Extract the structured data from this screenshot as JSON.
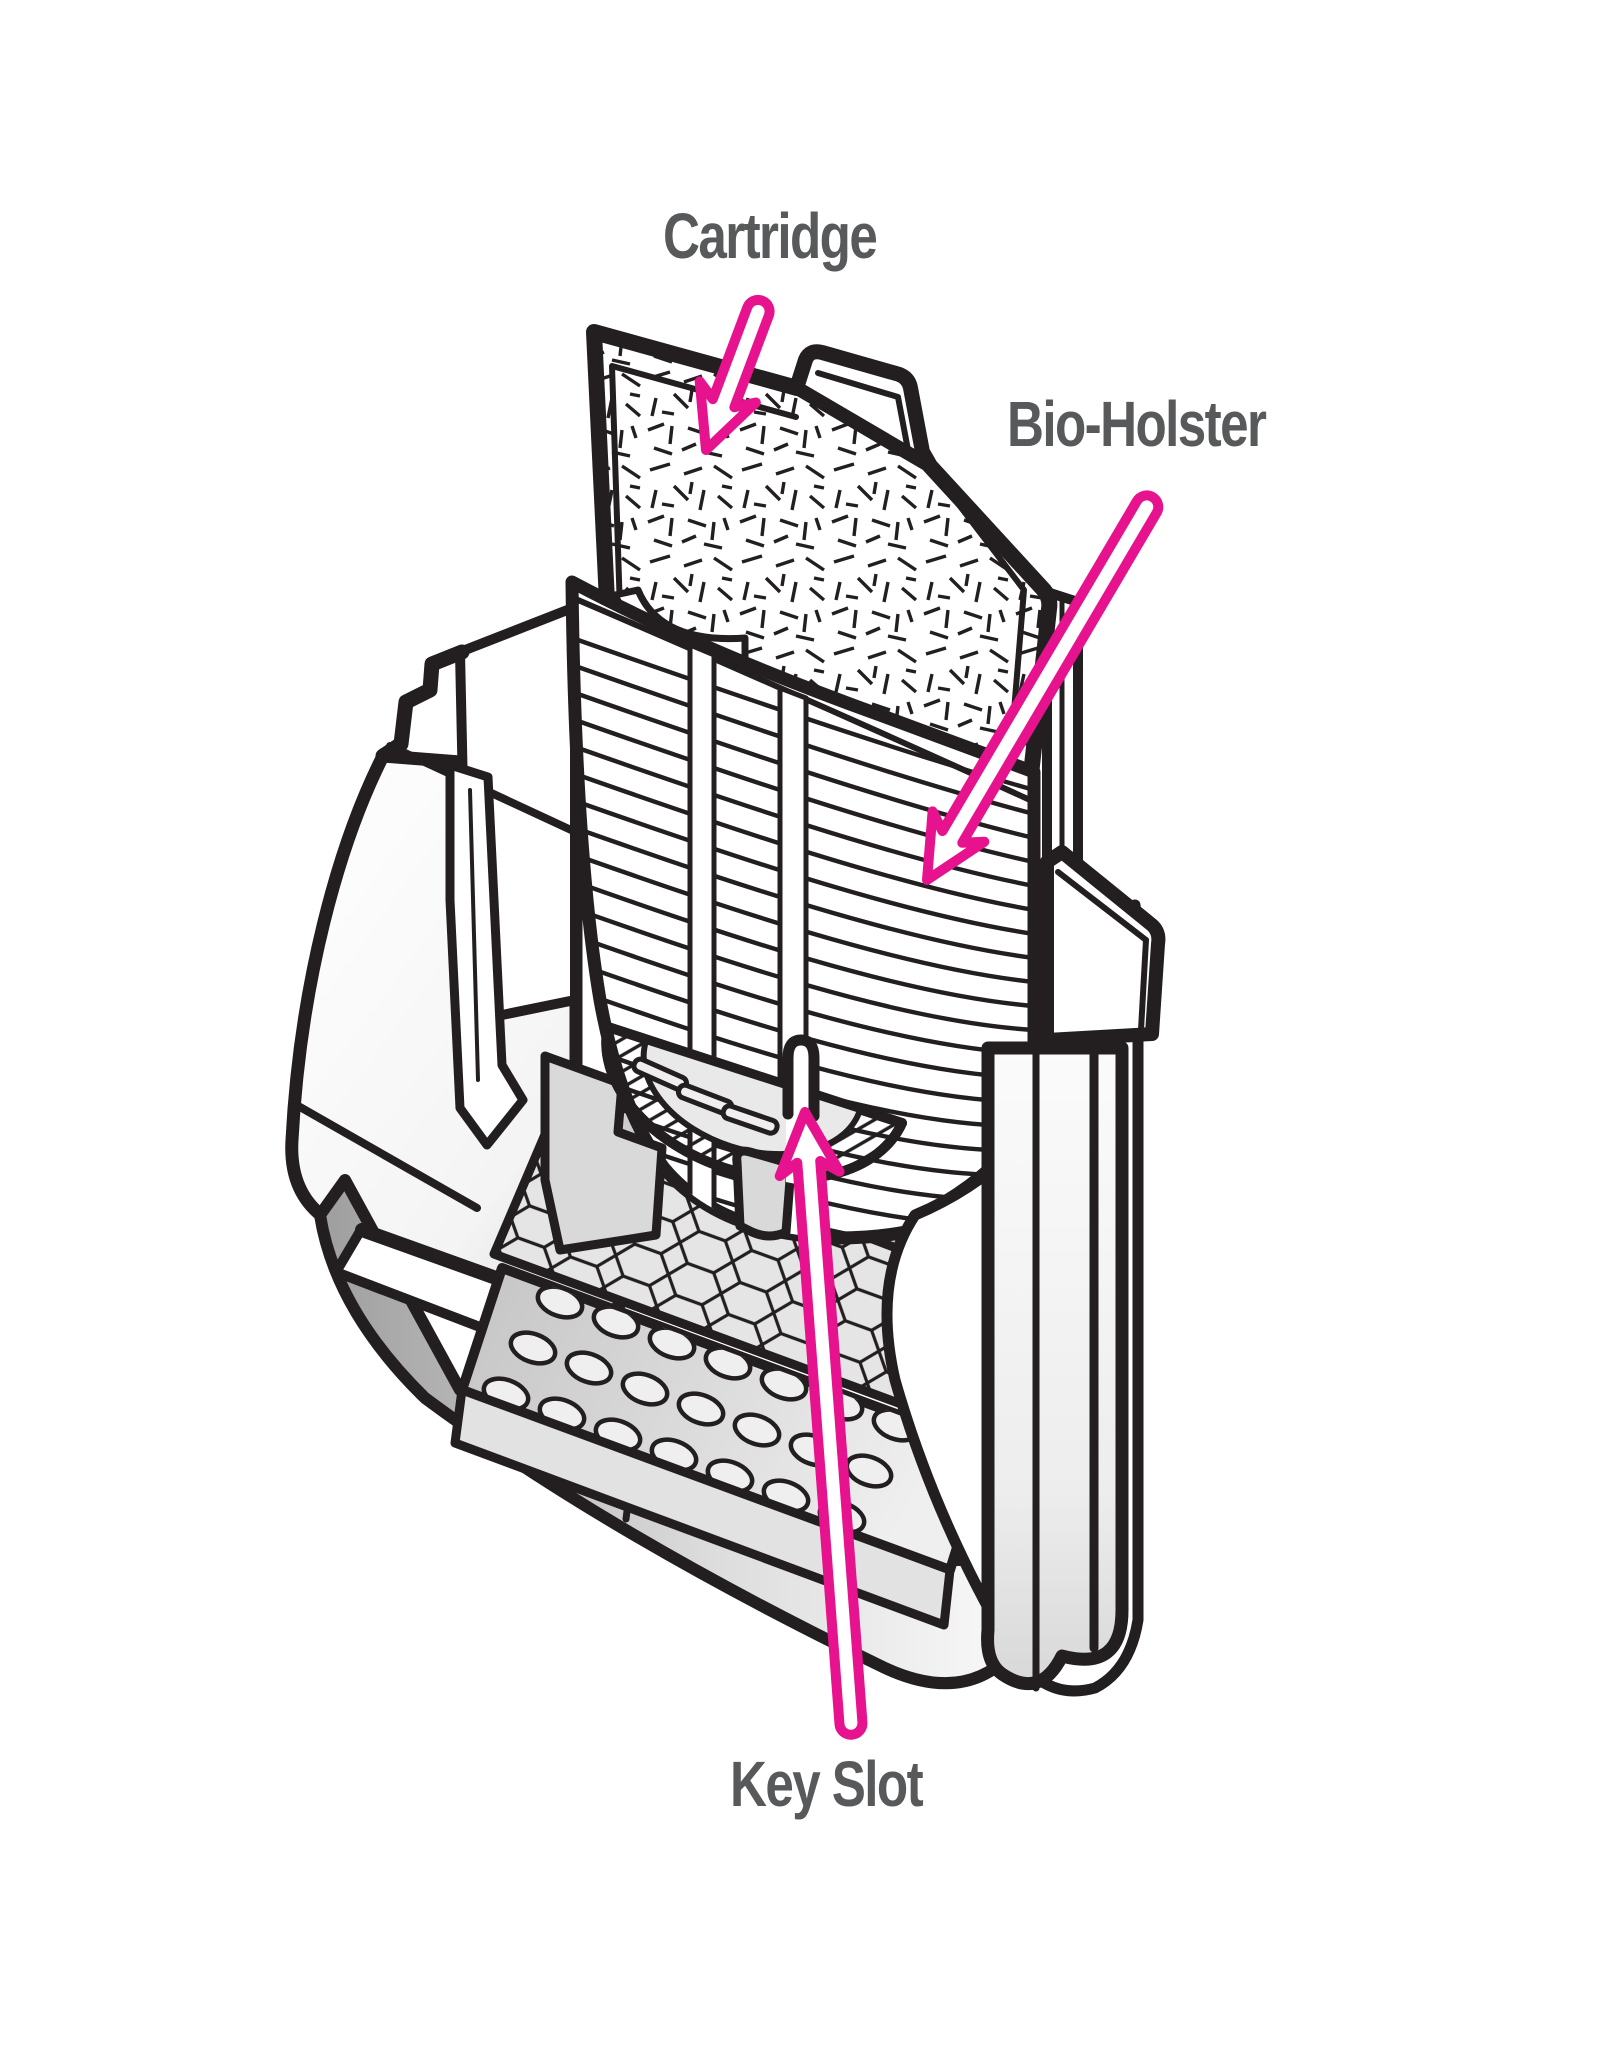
{
  "figure": {
    "kind": "labeled-parts-diagram",
    "annotations": [
      {
        "id": "cartridge",
        "label": "Cartridge",
        "target_part": "filter-cartridge-floss"
      },
      {
        "id": "bio_holster",
        "label": "Bio-Holster",
        "target_part": "bio-holster-pleats"
      },
      {
        "id": "key_slot",
        "label": "Key Slot",
        "target_part": "key-slot"
      }
    ],
    "illustration_parts": [
      "filter-housing",
      "filter-cartridge-floss",
      "cartridge-latch-tab",
      "bio-holster-pleats",
      "impeller-well",
      "honeycomb-bio-grid",
      "perforated-intake-plate",
      "key-slot",
      "key-tab",
      "hang-on-bracket",
      "side-panels",
      "intake-lever"
    ],
    "colors": {
      "background": "#FFFFFF",
      "line_ink": "#231F20",
      "label_text": "#58595B",
      "arrow_magenta": "#E7128D",
      "arrow_fill": "#FFFFFF",
      "shade_light": "#E9E9E9",
      "shade_mid": "#D9D9D9",
      "shade_dark": "#9E9E9E"
    }
  }
}
